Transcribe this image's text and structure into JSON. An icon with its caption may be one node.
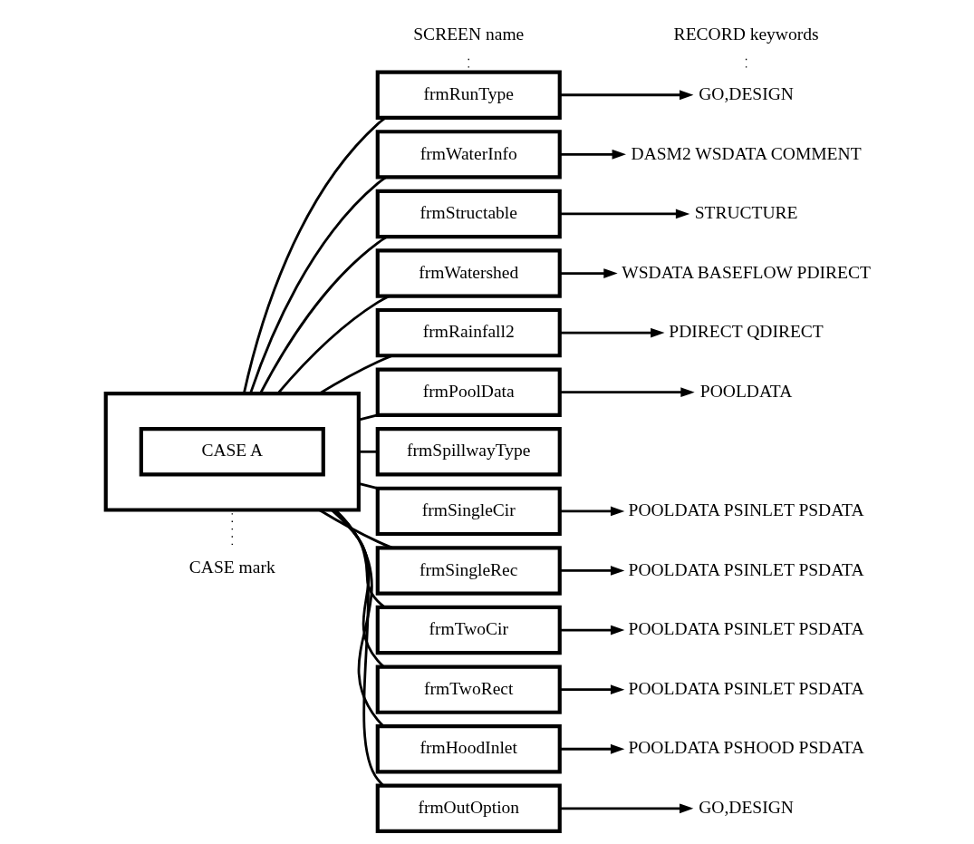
{
  "diagram": {
    "nodes": [
      {
        "text": [
          "CASE mark"
        ]
      },
      {
        "text": [
          "SCREEN name"
        ]
      },
      {
        "text": [
          "RECORD keywords"
        ]
      },
      {
        "text": [],
        "shape": "box"
      },
      {
        "text": [
          "CASE A"
        ],
        "in": 3
      },
      {
        "text": [
          "frmRunType"
        ]
      },
      {
        "text": [
          "GO,DESIGN"
        ]
      },
      {
        "text": [
          "frmWaterInfo"
        ]
      },
      {
        "text": [
          "DASM2 WSDATA COMMENT"
        ]
      },
      {
        "text": [
          "frmStructable"
        ]
      },
      {
        "text": [
          "STRUCTURE"
        ]
      },
      {
        "text": [
          "frmWatershed"
        ]
      },
      {
        "text": [
          "WSDATA BASEFLOW PDIRECT"
        ]
      },
      {
        "text": [
          "frmRainfall2"
        ]
      },
      {
        "text": [
          "PDIRECT QDIRECT"
        ]
      },
      {
        "text": [
          "frmPoolData"
        ]
      },
      {
        "text": [
          "POOLDATA"
        ]
      },
      {
        "text": [
          "frmSpillwayType"
        ]
      },
      {
        "text": [
          "frmSingleCir"
        ]
      },
      {
        "text": [
          "POOLDATA PSINLET PSDATA"
        ]
      },
      {
        "text": [
          "frmSingleRec"
        ]
      },
      {
        "text": [
          "POOLDATA PSINLET PSDATA"
        ]
      },
      {
        "text": [
          "frmTwoCir"
        ]
      },
      {
        "text": [
          "POOLDATA PSINLET PSDATA"
        ]
      },
      {
        "text": [
          "frmTwoRect"
        ]
      },
      {
        "text": [
          "POOLDATA PSINLET PSDATA"
        ]
      },
      {
        "text": [
          "frmHoodInlet"
        ]
      },
      {
        "text": [
          "POOLDATA PSHOOD PSDATA"
        ]
      },
      {
        "text": [
          "frmOutOption"
        ]
      },
      {
        "text": [
          "GO,DESIGN"
        ]
      }
    ],
    "edges": [
      {
        "from": 0,
        "to": 3,
        "arrow": "none",
        "style": "dashed"
      },
      {
        "from": 1,
        "to": 5,
        "arrow": "none",
        "style": "dashed"
      },
      {
        "from": 2,
        "to": 6,
        "arrow": "none",
        "style": "dashed"
      },
      {
        "from": 3,
        "to": 5,
        "arrow": "none"
      },
      {
        "from": 3,
        "to": 7,
        "arrow": "none"
      },
      {
        "from": 3,
        "to": 9,
        "arrow": "none"
      },
      {
        "from": 3,
        "to": 11,
        "arrow": "none"
      },
      {
        "from": 3,
        "to": 13,
        "arrow": "none"
      },
      {
        "from": 3,
        "to": 15,
        "arrow": "none"
      },
      {
        "from": 3,
        "to": 17,
        "arrow": "none"
      },
      {
        "from": 3,
        "to": 18,
        "arrow": "none"
      },
      {
        "from": 3,
        "to": 20,
        "arrow": "none"
      },
      {
        "from": 3,
        "to": 22,
        "arrow": "none"
      },
      {
        "from": 3,
        "to": 24,
        "arrow": "none"
      },
      {
        "from": 3,
        "to": 26,
        "arrow": "none"
      },
      {
        "from": 3,
        "to": 28,
        "arrow": "none"
      },
      {
        "from": 5,
        "to": 6,
        "arrow": "to"
      },
      {
        "from": 7,
        "to": 8,
        "arrow": "to"
      },
      {
        "from": 9,
        "to": 10,
        "arrow": "to"
      },
      {
        "from": 11,
        "to": 12,
        "arrow": "to"
      },
      {
        "from": 13,
        "to": 14,
        "arrow": "to"
      },
      {
        "from": 15,
        "to": 16,
        "arrow": "to"
      },
      {
        "from": 18,
        "to": 19,
        "arrow": "to"
      },
      {
        "from": 20,
        "to": 21,
        "arrow": "to"
      },
      {
        "from": 22,
        "to": 23,
        "arrow": "to"
      },
      {
        "from": 24,
        "to": 25,
        "arrow": "to"
      },
      {
        "from": 26,
        "to": 27,
        "arrow": "to"
      },
      {
        "from": 28,
        "to": 29,
        "arrow": "to"
      }
    ]
  }
}
